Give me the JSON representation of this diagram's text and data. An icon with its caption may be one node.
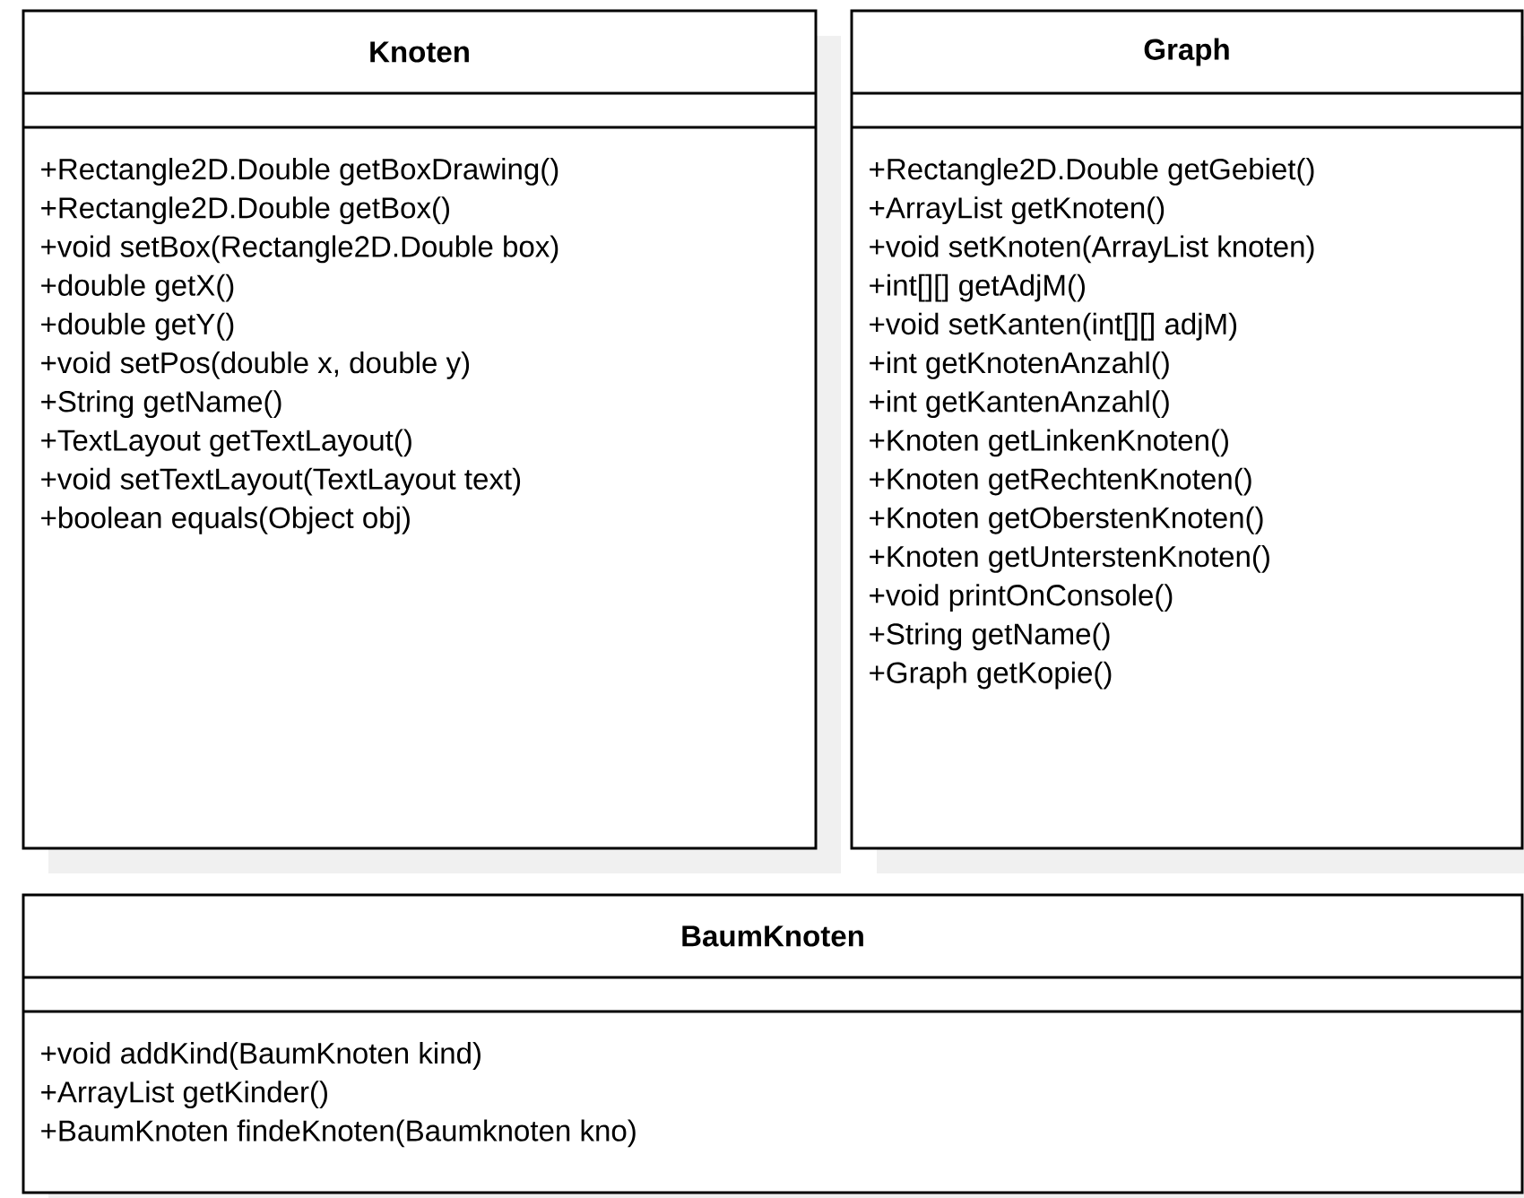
{
  "diagram": {
    "nodes": [
      {
        "text": [
          "Knoten",
          "+Rectangle2D.Double getBoxDrawing()",
          "+Rectangle2D.Double getBox()",
          "+void setBox(Rectangle2D.Double box)",
          "+double getX()",
          "+double getY()",
          "+void setPos(double x, double y)",
          "+String getName()",
          "+TextLayout getTextLayout()",
          "+void setTextLayout(TextLayout text)",
          "+boolean equals(Object obj)"
        ]
      },
      {
        "text": [
          "Graph",
          "+Rectangle2D.Double getGebiet()",
          "+ArrayList getKnoten()",
          "+void setKnoten(ArrayList knoten)",
          "+int[][] getAdjM()",
          "+void setKanten(int[][] adjM)",
          "+int getKnotenAnzahl()",
          "+int getKantenAnzahl()",
          "+Knoten getLinkenKnoten()",
          "+Knoten getRechtenKnoten()",
          "+Knoten getOberstenKnoten()",
          "+Knoten getUnterstenKnoten()",
          "+void printOnConsole()",
          "+String getName()",
          "+Graph getKopie()"
        ]
      },
      {
        "text": [
          "BaumKnoten",
          "+void addKind(BaumKnoten kind)",
          "+ArrayList getKinder()",
          "+BaumKnoten findeKnoten(Baumknoten kno)"
        ]
      }
    ]
  }
}
